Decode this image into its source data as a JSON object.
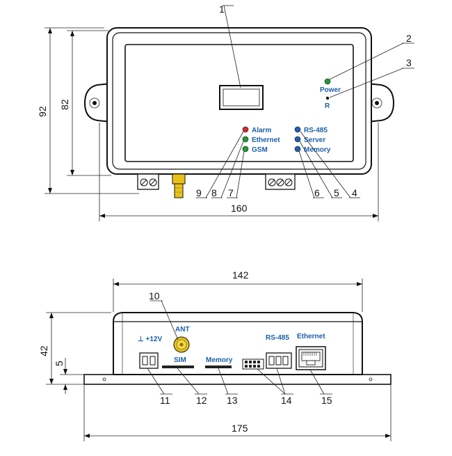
{
  "dimensions": {
    "height_outer": "92",
    "height_inner": "82",
    "width_top": "160",
    "width_bottom_top": "142",
    "height_side": "42",
    "flange": "5",
    "width_bottom": "175"
  },
  "callouts": [
    "1",
    "2",
    "3",
    "4",
    "5",
    "6",
    "7",
    "8",
    "9",
    "10",
    "11",
    "12",
    "13",
    "14",
    "15"
  ],
  "front_labels": {
    "power": "Power",
    "r": "R",
    "alarm": "Alarm",
    "ethernet": "Ethernet",
    "gsm": "GSM",
    "rs485": "RS-485",
    "server": "Server",
    "memory": "Memory"
  },
  "side_labels": {
    "power_in": "⊥ +12V",
    "ant": "ANT",
    "sim": "SIM",
    "memory": "Memory",
    "rs485": "RS-485",
    "ethernet": "Ethernet"
  },
  "colors": {
    "led_red": "#d42b2b",
    "led_green": "#1f9a3a",
    "led_blue": "#1f5fb8",
    "label_blue": "#1a5fa8",
    "antenna": "#e8c21a"
  }
}
